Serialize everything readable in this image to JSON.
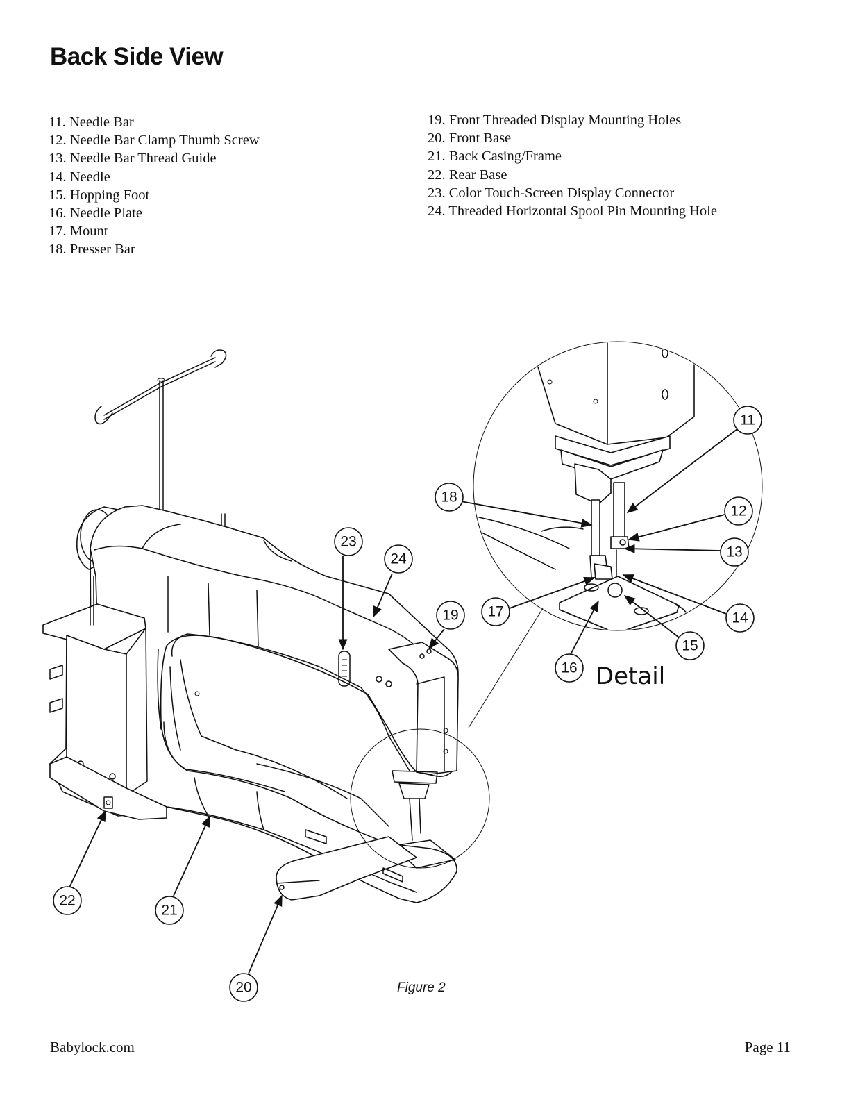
{
  "page": {
    "title": "Back Side View",
    "footer_left": "Babylock.com",
    "footer_right": "Page 11",
    "figure_caption": "Figure 2"
  },
  "parts_left": [
    "11. Needle Bar",
    "12. Needle Bar Clamp Thumb Screw",
    "13. Needle Bar Thread Guide",
    "14. Needle",
    "15. Hopping Foot",
    "16. Needle Plate",
    "17. Mount",
    "18. Presser Bar"
  ],
  "parts_right": [
    "19. Front Threaded Display Mounting Holes",
    "20. Front Base",
    "21. Back Casing/Frame",
    "22. Rear Base",
    "23. Color Touch-Screen Display Connector",
    "24. Threaded Horizontal Spool Pin Mounting Hole"
  ],
  "callouts": {
    "c11": "11",
    "c12": "12",
    "c13": "13",
    "c14": "14",
    "c15": "15",
    "c16": "16",
    "c17": "17",
    "c18": "18",
    "c19": "19",
    "c20": "20",
    "c21": "21",
    "c22": "22",
    "c23": "23",
    "c24": "24"
  },
  "detail_label": "Detail"
}
